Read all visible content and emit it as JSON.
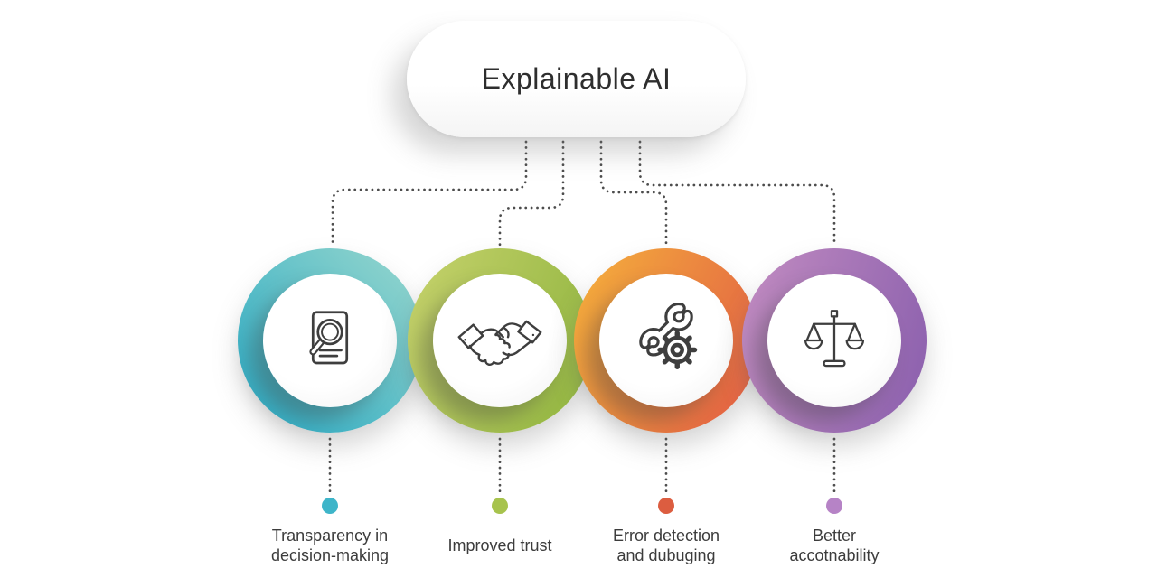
{
  "title": {
    "text": "Explainable AI"
  },
  "connector_color": "#4d4d4d",
  "text_color": "#3c3c3c",
  "items": [
    {
      "label": [
        "Transparency in",
        "decision-making"
      ],
      "icon": "document-search-icon",
      "ring_gradient": {
        "angle": "225deg",
        "from": "#98d7cd",
        "to": "#27a9c4"
      },
      "dot_color": "#3eb5c9"
    },
    {
      "label": [
        "Improved trust"
      ],
      "icon": "handshake-icon",
      "ring_gradient": {
        "angle": "110deg",
        "from": "#c6d26c",
        "to": "#8fb43e"
      },
      "dot_color": "#a7c34d"
    },
    {
      "label": [
        "Error detection",
        "and dubuging"
      ],
      "icon": "wrench-gear-icon",
      "ring_gradient": {
        "angle": "115deg",
        "from": "#f5b13c",
        "to": "#e15a44"
      },
      "dot_color": "#dc5d40"
    },
    {
      "label": [
        "Better",
        "accotnability"
      ],
      "icon": "scales-icon",
      "ring_gradient": {
        "angle": "105deg",
        "from": "#c28cc1",
        "to": "#8a5fad"
      },
      "dot_color": "#b683c6"
    }
  ]
}
